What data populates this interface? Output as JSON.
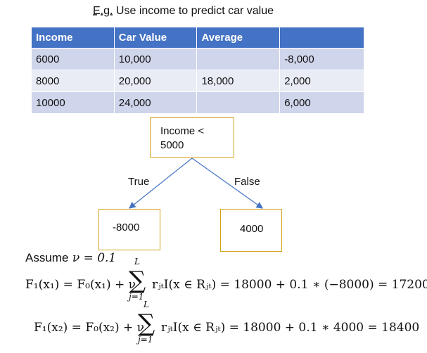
{
  "caption": {
    "eg": "E.g.",
    "text": " Use income to predict car value"
  },
  "table": {
    "headers": [
      "Income",
      "Car Value",
      "Average",
      ""
    ],
    "rows": [
      [
        "6000",
        "10,000",
        "",
        "-8,000"
      ],
      [
        "8000",
        "20,000",
        "18,000",
        "2,000"
      ],
      [
        "10000",
        "24,000",
        "",
        "6,000"
      ]
    ]
  },
  "tree": {
    "root": {
      "line1": "Income <",
      "line2": "5000"
    },
    "true_label": "True",
    "false_label": "False",
    "left_leaf": "-8000",
    "right_leaf": "4000",
    "edge_color": "#4472c4",
    "node_border_color": "#d4a017"
  },
  "math": {
    "assume_text": "Assume",
    "assume_expr": "ν = 0.1",
    "eq1_lhs": "F₁(x₁) = F₀(x₁) + ν",
    "eq1_rhs": "rⱼₜI(x ∈ Rⱼₜ) = 18000 + 0.1 ∗ (−8000) = 17200",
    "eq2_lhs": "F₁(x₂) = F₀(x₂) + ν",
    "eq2_rhs": "rⱼₜI(x ∈ Rⱼₜ) = 18000 + 0.1 ∗ 4000 = 18400",
    "sum_upper": "L",
    "sum_lower": "j=1"
  }
}
